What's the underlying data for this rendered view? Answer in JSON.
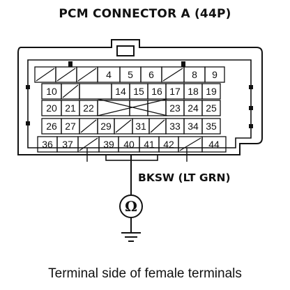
{
  "title": "PCM CONNECTOR A (44P)",
  "caption": "Terminal side of female terminals",
  "wire_label": "BKSW (LT GRN)",
  "meter_symbol": "Ω",
  "rows": [
    [
      "",
      "",
      "",
      "4",
      "5",
      "6",
      "",
      "8",
      "9"
    ],
    [
      "10",
      "",
      "",
      "14",
      "15",
      "16",
      "17",
      "18",
      "19"
    ],
    [
      "20",
      "21",
      "22",
      "",
      "",
      "",
      "23",
      "24",
      "25"
    ],
    [
      "26",
      "27",
      "",
      "29",
      "",
      "31",
      "",
      "33",
      "34",
      "35"
    ],
    [
      "36",
      "37",
      "",
      "39",
      "40",
      "41",
      "42",
      "",
      "44"
    ]
  ],
  "connected_terminal": "40"
}
